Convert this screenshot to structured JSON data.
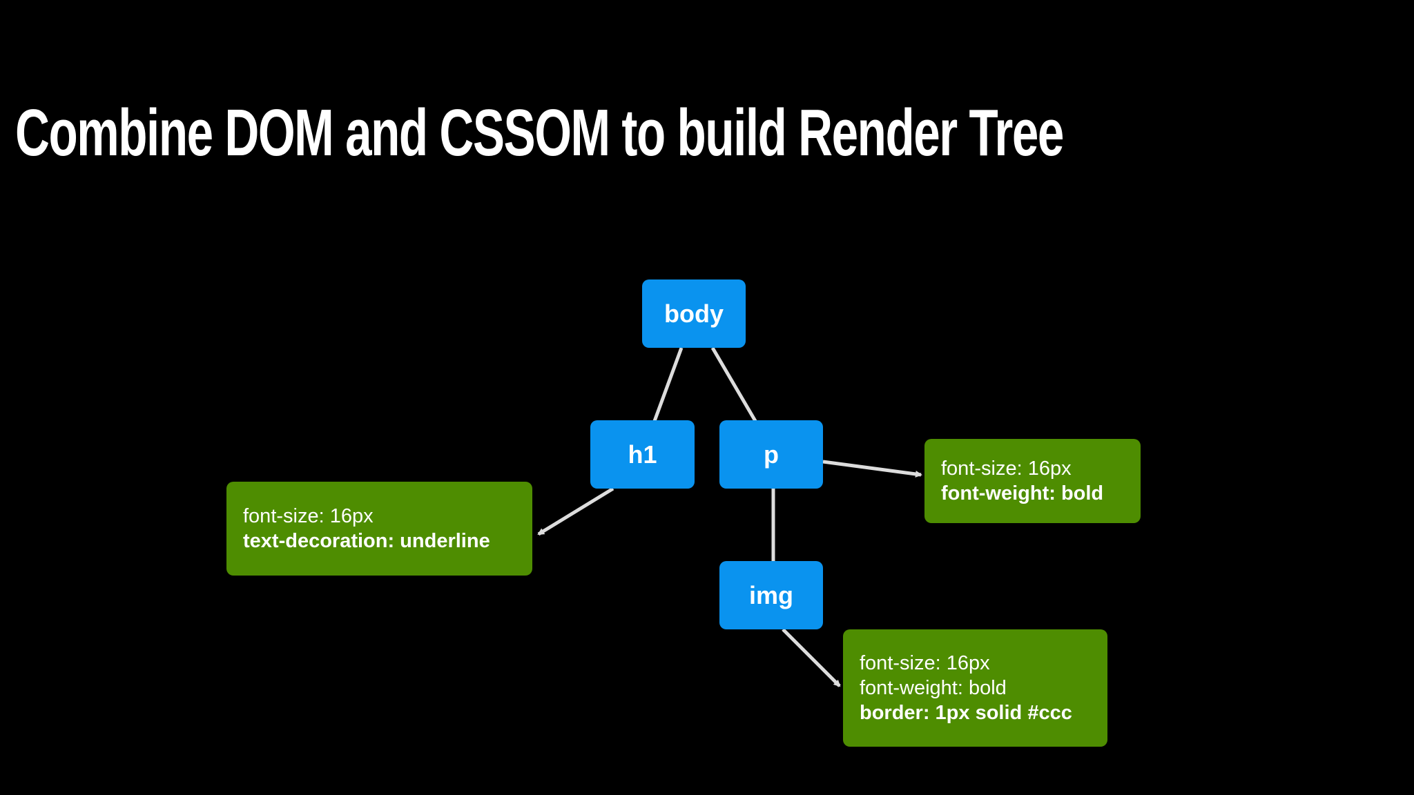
{
  "title": "Combine DOM and CSSOM to build Render Tree",
  "colors": {
    "background": "#000000",
    "node": "#0a93ef",
    "style_box": "#4e8d01",
    "connector": "#dddddd"
  },
  "nodes": {
    "body": "body",
    "h1": "h1",
    "p": "p",
    "img": "img"
  },
  "styles": {
    "h1": {
      "inherited": [
        "font-size: 16px"
      ],
      "added": "text-decoration: underline"
    },
    "p": {
      "inherited": [
        "font-size: 16px"
      ],
      "added": "font-weight: bold"
    },
    "img": {
      "inherited": [
        "font-size: 16px",
        "font-weight: bold"
      ],
      "added": "border: 1px solid #ccc"
    }
  }
}
